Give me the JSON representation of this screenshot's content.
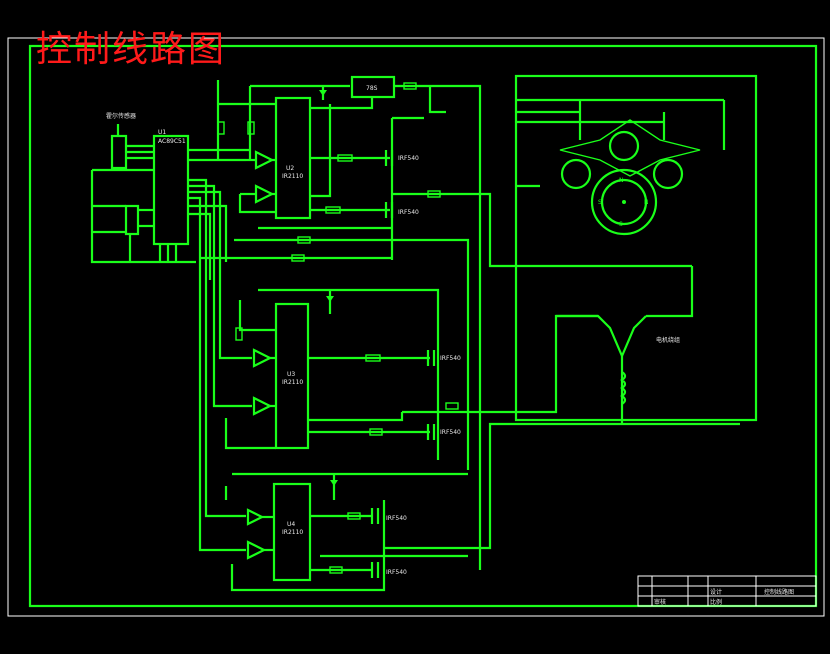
{
  "title": "控制线路图",
  "colors": {
    "background": "#000000",
    "wire": "#1aff1a",
    "frame": "#ffffff",
    "title": "#ff1a1a"
  },
  "components": {
    "regulator": "78S",
    "mcu_chip": "AC89C51",
    "mcu_ref": "U1",
    "driver_chip": "IR2110",
    "driver_refs": [
      "U2",
      "U3",
      "U4"
    ],
    "mosfet": "IRF540",
    "motor_label": "电机绕组",
    "hall_label": "霍尔传感器"
  },
  "title_block": {
    "design": "设计",
    "check": "审核",
    "scale": "比例",
    "drawing_name": "控制线路图"
  }
}
